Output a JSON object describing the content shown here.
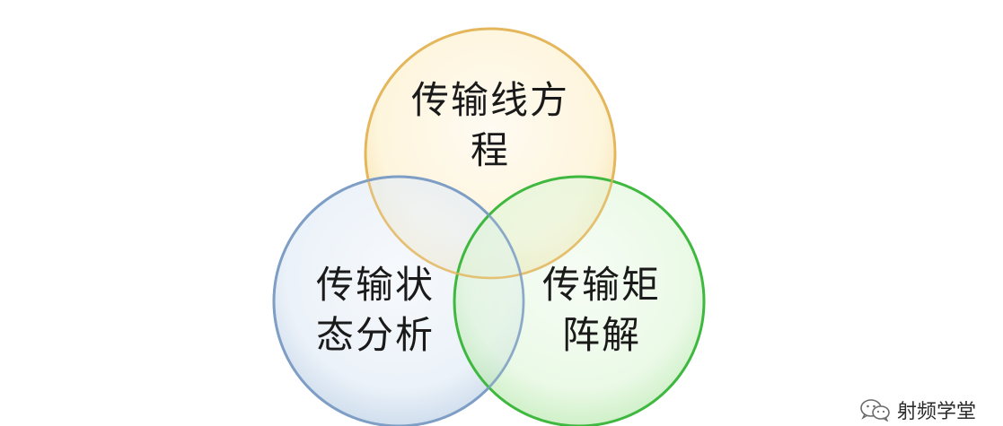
{
  "diagram": {
    "type": "venn-3",
    "sets": [
      {
        "id": "top",
        "label_lines": [
          "传输线方",
          "程"
        ],
        "fill": "#fdf0cc",
        "stroke": "#e3b75c"
      },
      {
        "id": "left",
        "label_lines": [
          "传输状",
          "态分析"
        ],
        "fill": "#dbe7f3",
        "stroke": "#7e9ec5"
      },
      {
        "id": "right",
        "label_lines": [
          "传输矩",
          "阵解"
        ],
        "fill": "#d9f3d2",
        "stroke": "#3fb83f"
      }
    ]
  },
  "watermark": {
    "text": "射频学堂",
    "icon": "wechat-icon"
  }
}
